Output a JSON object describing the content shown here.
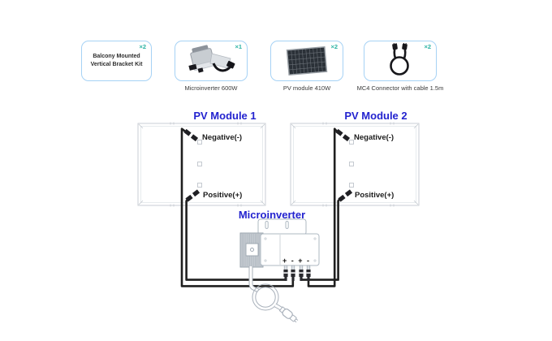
{
  "kit": {
    "items": [
      {
        "name": "bracket-kit",
        "label": "Balcony Mounted Vertical Bracket Kit",
        "qty": "×2"
      },
      {
        "name": "microinverter",
        "label": "Microinverter 600W",
        "qty": "×1"
      },
      {
        "name": "pv-module",
        "label": "PV module 410W",
        "qty": "×2"
      },
      {
        "name": "mc4-cable",
        "label": "MC4 Connector with cable 1.5m",
        "qty": "×2"
      }
    ]
  },
  "diagram": {
    "pv_module_1": "PV Module 1",
    "pv_module_2": "PV Module 2",
    "microinverter": "Microinverter",
    "negative": "Negative(-)",
    "positive": "Positive(+)",
    "terminals": "+ - + -"
  },
  "colors": {
    "label_blue": "#2323cf",
    "wire_black": "#1f1f1f",
    "card_border_blue": "#a6d2f5",
    "badge_teal": "#2bb3a3",
    "panel_outline_gray": "#c9ced4",
    "device_outline_gray": "#aeb8c2"
  }
}
